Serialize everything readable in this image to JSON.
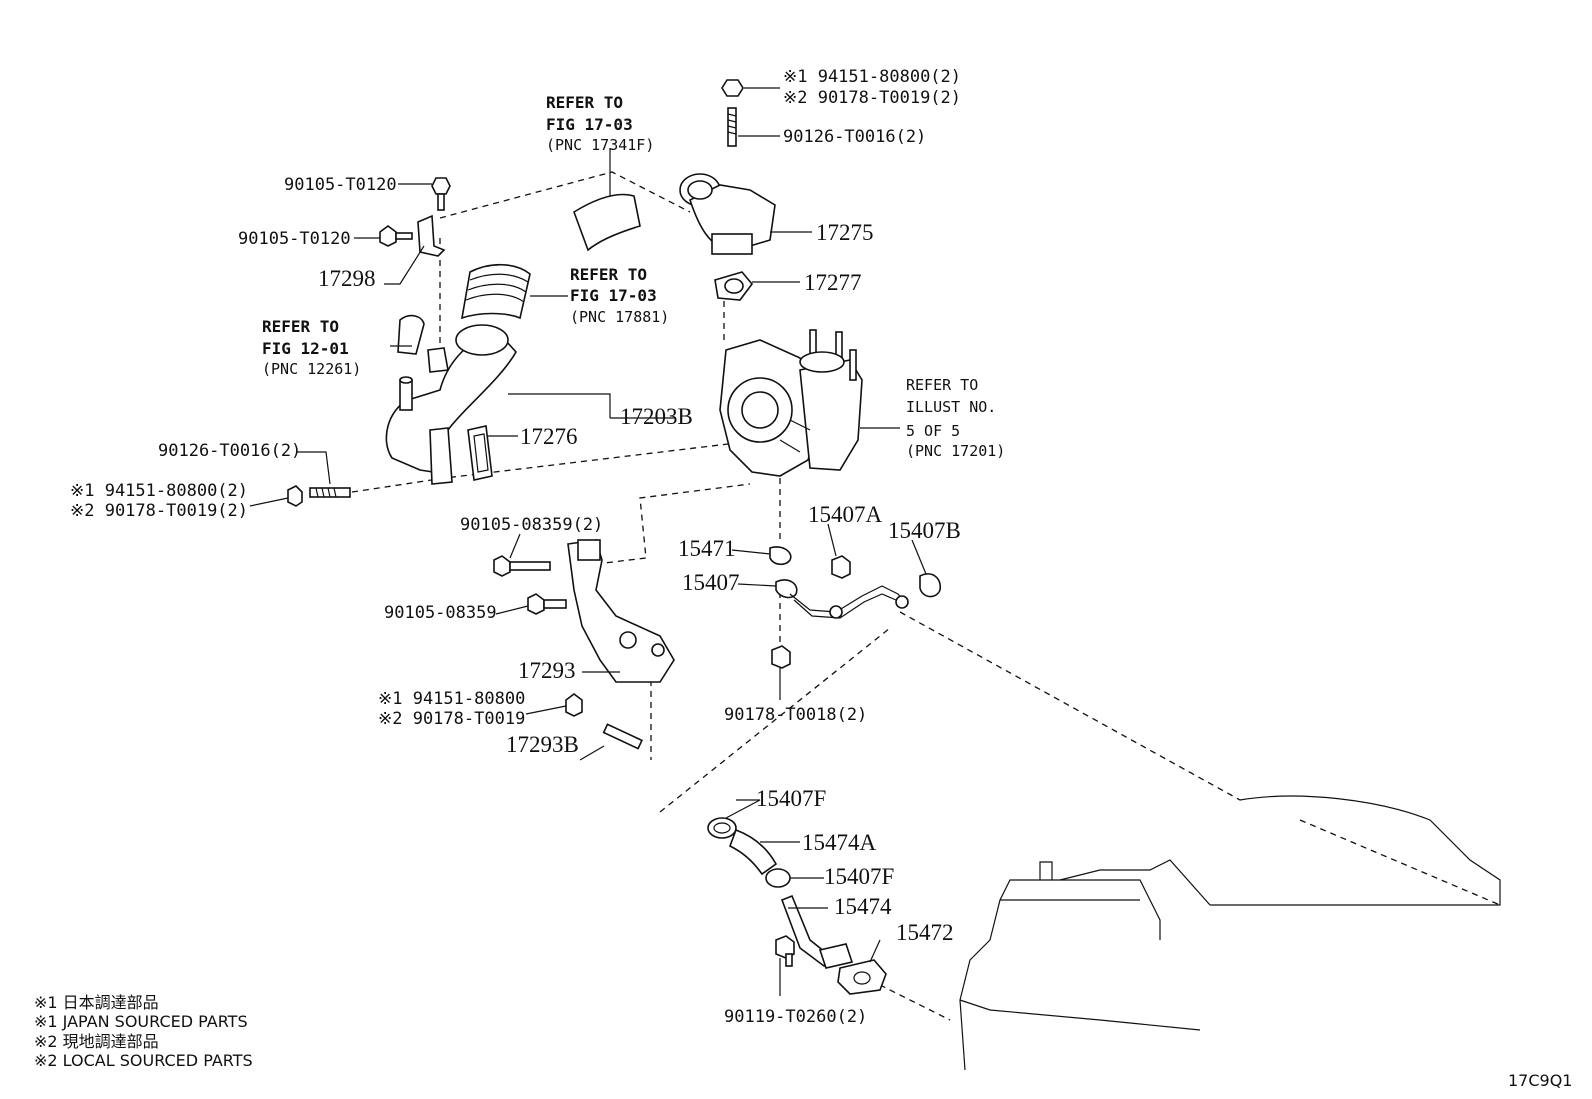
{
  "labels": {
    "nut_top_1": "※1 94151-80800(2)",
    "nut_top_2": "※2 90178-T0019(2)",
    "stud_top": "90126-T0016(2)",
    "bolt_a": "90105-T0120",
    "bolt_b": "90105-T0120",
    "p17298": "17298",
    "p17275": "17275",
    "p17277": "17277",
    "p17203b": "17203B",
    "p17276": "17276",
    "stud_left": "90126-T0016(2)",
    "nut_left_1": "※1 94151-80800(2)",
    "nut_left_2": "※2 90178-T0019(2)",
    "bolt_08359_2": "90105-08359(2)",
    "bolt_08359": "90105-08359",
    "p17293": "17293",
    "nut_br_1": "※1 94151-80800",
    "nut_br_2": "※2 90178-T0019",
    "p17293b": "17293B",
    "p15407a": "15407A",
    "p15407b": "15407B",
    "p15471": "15471",
    "p15407": "15407",
    "nut_t0018": "90178-T0018(2)",
    "p15407f_1": "15407F",
    "p15474a": "15474A",
    "p15407f_2": "15407F",
    "p15474": "15474",
    "p15472": "15472",
    "bolt_t0260": "90119-T0260(2)",
    "diagram_code": "17C9Q1"
  },
  "refs": {
    "r1": [
      "REFER TO",
      "FIG 17-03",
      "(PNC 17341F)"
    ],
    "r2": [
      "REFER TO",
      "FIG 17-03",
      "(PNC 17881)"
    ],
    "r3": [
      "REFER TO",
      "FIG 12-01",
      "(PNC 12261)"
    ],
    "r4": [
      "REFER TO",
      "ILLUST NO.",
      "5 OF 5",
      "(PNC 17201)"
    ]
  },
  "legend": [
    "※1 日本調達部品",
    "※1 JAPAN SOURCED PARTS",
    "※2 現地調達部品",
    "※2 LOCAL SOURCED PARTS"
  ]
}
